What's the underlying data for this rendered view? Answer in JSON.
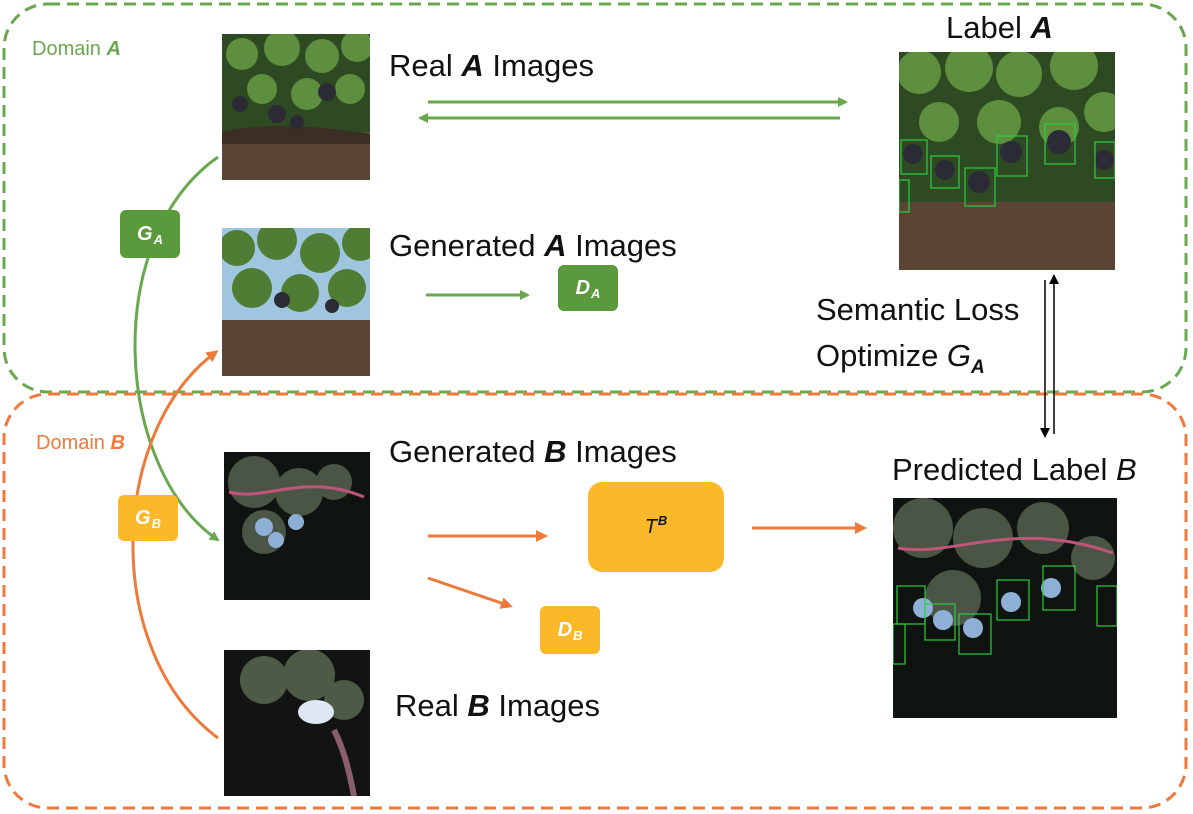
{
  "domain_a": {
    "prefix": "Domain ",
    "letter": "A",
    "color": "#6aa84f"
  },
  "domain_b": {
    "prefix": "Domain ",
    "letter": "B",
    "color": "#ef7a3c"
  },
  "labels": {
    "real_a": {
      "pre": "Real ",
      "em": "A",
      "post": " Images"
    },
    "gen_a": {
      "pre": "Generated ",
      "em": "A",
      "post": " Images"
    },
    "gen_b": {
      "pre": "Generated ",
      "em": "B",
      "post": " Images"
    },
    "real_b": {
      "pre": "Real ",
      "em": "B",
      "post": " Images"
    },
    "label_a": {
      "pre": "Label ",
      "em": "A"
    },
    "pred_b": {
      "pre": "Predicted Label ",
      "em": "B"
    },
    "semantic_loss": "Semantic Loss",
    "optimize_pre": "Optimize ",
    "optimize_g": "G",
    "optimize_sub": "A"
  },
  "badges": {
    "g_a": {
      "letter": "G",
      "sub": "A",
      "color": "#5b9a3c"
    },
    "g_b": {
      "letter": "G",
      "sub": "B",
      "color": "#fbb829"
    },
    "d_a": {
      "letter": "D",
      "sub": "A",
      "color": "#5b9a3c"
    },
    "d_b": {
      "letter": "D",
      "sub": "B",
      "color": "#fbb829"
    },
    "t_b": {
      "letter": "T",
      "sup": "B",
      "color": "#fbb829"
    }
  },
  "colors": {
    "green_arrow": "#6aa84f",
    "orange_arrow": "#ee7a3a",
    "box_green": "#2ecc40"
  }
}
